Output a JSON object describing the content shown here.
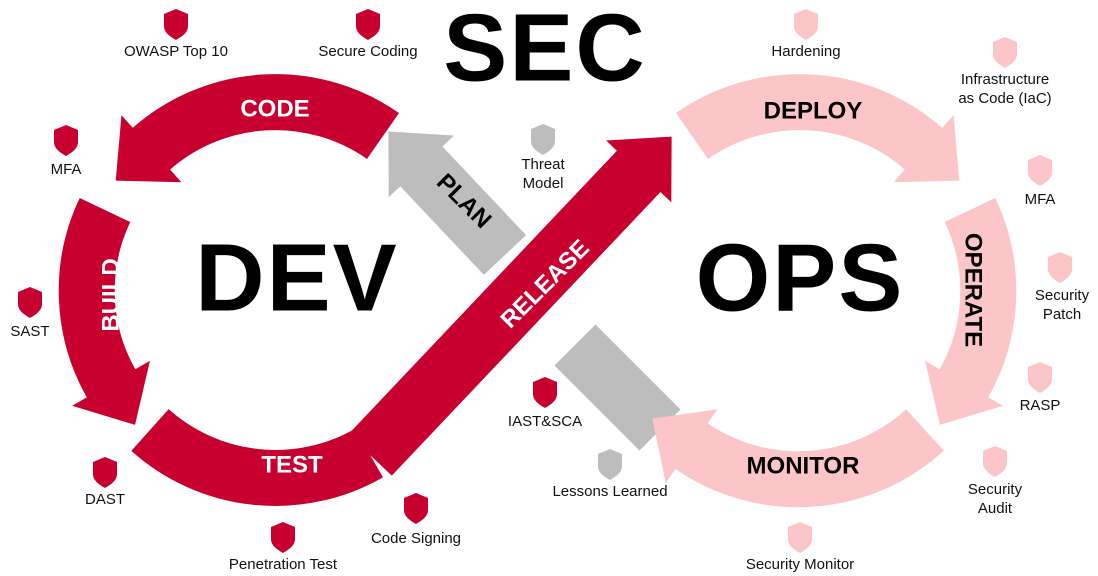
{
  "title": {
    "sec": "SEC",
    "dev": "DEV",
    "ops": "OPS"
  },
  "colors": {
    "dev": "#c8002f",
    "ops": "#fcc6c8",
    "plan": "#bdbdbd"
  },
  "stages": {
    "code": "CODE",
    "build": "BUILD",
    "test": "TEST",
    "release": "RELEASE",
    "plan": "PLAN",
    "deploy": "DEPLOY",
    "operate": "OPERATE",
    "monitor": "MONITOR"
  },
  "practices": {
    "owasp": "OWASP Top 10",
    "secure_coding": "Secure Coding",
    "mfa_dev": "MFA",
    "sast": "SAST",
    "dast": "DAST",
    "pentest": "Penetration Test",
    "code_signing": "Code Signing",
    "threat_model": [
      "Threat",
      "Model"
    ],
    "iast_sca": "IAST&SCA",
    "lessons": "Lessons Learned",
    "hardening": "Hardening",
    "iac": [
      "Infrastructure",
      "as Code (IaC)"
    ],
    "mfa_ops": "MFA",
    "patch": [
      "Security",
      "Patch"
    ],
    "rasp": "RASP",
    "audit": [
      "Security",
      "Audit"
    ],
    "sec_monitor": "Security Monitor"
  }
}
